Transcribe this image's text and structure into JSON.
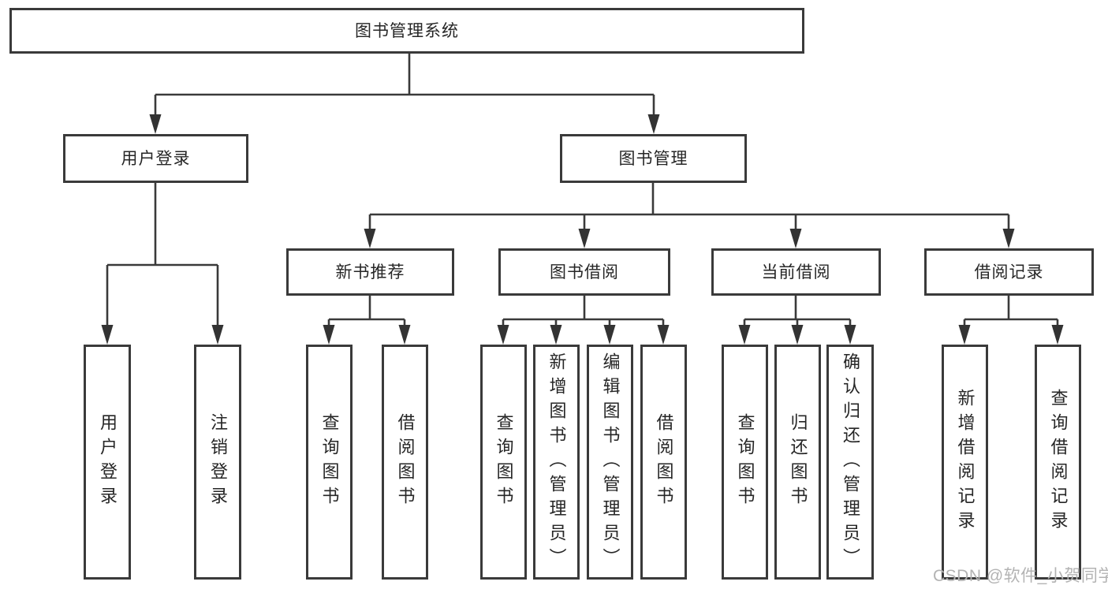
{
  "diagram_title": "图书管理系统",
  "nodes": {
    "root": {
      "label": "图书管理系统"
    },
    "user_login": {
      "label": "用户登录",
      "leaves": [
        "用户登录",
        "注销登录"
      ]
    },
    "book_management": {
      "label": "图书管理",
      "branches": {
        "new_book_recommend": {
          "label": "新书推荐",
          "leaves": [
            "查询图书",
            "借阅图书"
          ]
        },
        "book_borrow": {
          "label": "图书借阅",
          "leaves": [
            "查询图书",
            "新增图书（管理员）",
            "编辑图书（管理员）",
            "借阅图书"
          ]
        },
        "current_borrow": {
          "label": "当前借阅",
          "leaves": [
            "查询图书",
            "归还图书",
            "确认归还（管理员）"
          ]
        },
        "borrow_records": {
          "label": "借阅记录",
          "leaves": [
            "新增借阅记录",
            "查询借阅记录"
          ]
        }
      }
    }
  },
  "watermark": {
    "text": "CSDN @软件_小贺同学"
  },
  "colors": {
    "line": "#3a3a3a",
    "text": "#262626",
    "background": "#ffffff",
    "watermark": "#b3b3b3"
  }
}
